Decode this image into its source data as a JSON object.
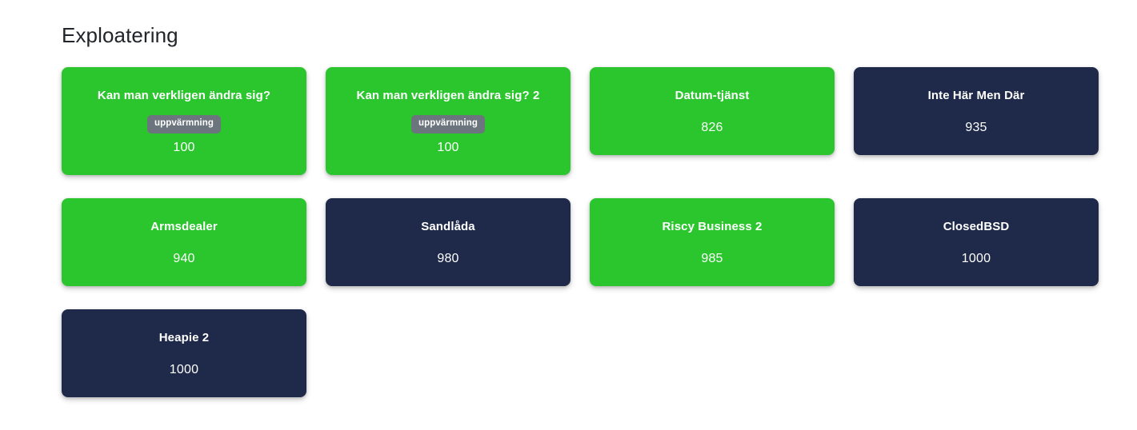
{
  "page": {
    "title": "Exploatering",
    "background_color": "#ffffff"
  },
  "theme": {
    "card_green": "#2bc62e",
    "card_navy": "#1f2a4a",
    "badge_gray": "#6c757d",
    "card_text": "#ffffff",
    "title_text": "#212529"
  },
  "cards": [
    {
      "title": "Kan man verkligen ändra sig?",
      "badge": "uppvärmning",
      "score": "100",
      "color": "green"
    },
    {
      "title": "Kan man verkligen ändra sig? 2",
      "badge": "uppvärmning",
      "score": "100",
      "color": "green"
    },
    {
      "title": "Datum-tjänst",
      "badge": "",
      "score": "826",
      "color": "green"
    },
    {
      "title": "Inte Här Men Där",
      "badge": "",
      "score": "935",
      "color": "navy"
    },
    {
      "title": "Armsdealer",
      "badge": "",
      "score": "940",
      "color": "green"
    },
    {
      "title": "Sandlåda",
      "badge": "",
      "score": "980",
      "color": "navy"
    },
    {
      "title": "Riscy Business 2",
      "badge": "",
      "score": "985",
      "color": "green"
    },
    {
      "title": "ClosedBSD",
      "badge": "",
      "score": "1000",
      "color": "navy"
    },
    {
      "title": "Heapie 2",
      "badge": "",
      "score": "1000",
      "color": "navy"
    }
  ]
}
